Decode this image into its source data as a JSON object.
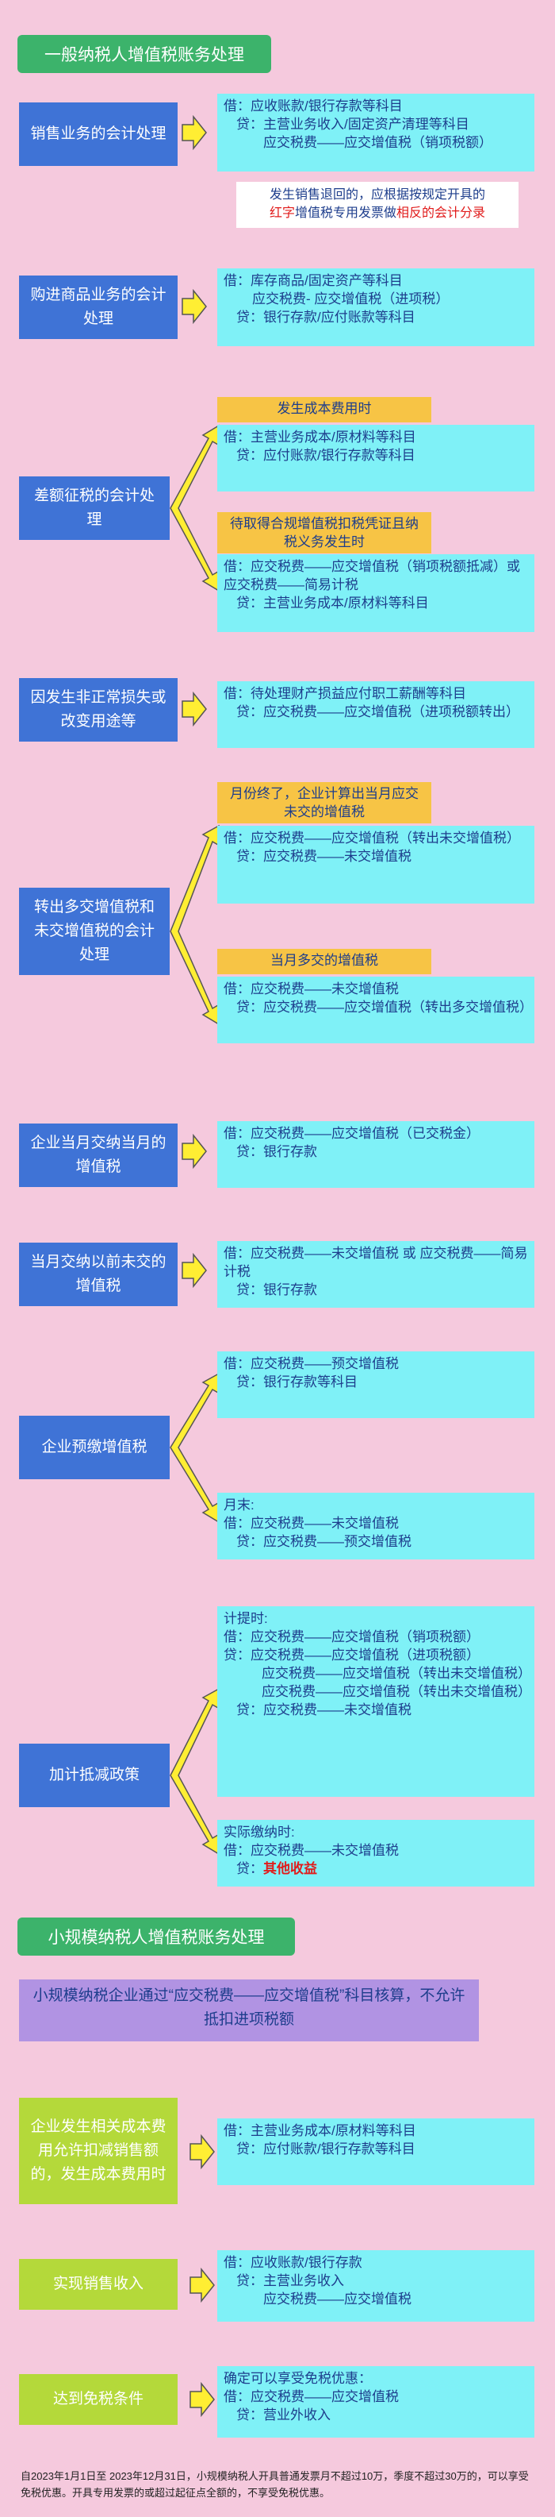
{
  "general": {
    "title": "一般纳税人增值税账务处理",
    "s1": {
      "label": "销售业务的会计处理",
      "lines": [
        "借：应收账款/银行存款等科目",
        "贷：主营业务收入/固定资产清理等科目",
        "应交税费——应交增值税（销项税额）"
      ]
    },
    "note": {
      "line1": "发生销售退回的，应根据按规定开具的",
      "red_a": "红字",
      "mid": "增值税专用发票做",
      "red_b": "相反的会计分录"
    },
    "s2": {
      "label": "购进商品业务的会计处理",
      "lines": [
        "借：库存商品/固定资产等科目",
        "应交税费- 应交增值税（进项税）",
        "贷：银行存款/应付账款等科目"
      ]
    },
    "s3": {
      "label": "差额征税的会计处理",
      "tag1": "发生成本费用时",
      "box1": [
        "借：主营业务成本/原材料等科目",
        "贷：应付账款/银行存款等科目"
      ],
      "tag2": "待取得合规增值税扣税凭证且纳税义务发生时",
      "box2": [
        "借：应交税费——应交增值税（销项税额抵减）或应交税费——简易计税",
        "贷：主营业务成本/原材料等科目"
      ]
    },
    "s4": {
      "label": "因发生非正常损失或改变用途等",
      "lines": [
        "借：待处理财产损益应付职工薪酬等科目",
        "贷：应交税费——应交增值税（进项税额转出）"
      ]
    },
    "s5": {
      "label": "转出多交增值税和未交增值税的会计处理",
      "tag1": "月份终了，企业计算出当月应交未交的增值税",
      "box1": [
        "借：应交税费——应交增值税（转出未交增值税）",
        "贷：应交税费——未交增值税"
      ],
      "tag2": "当月多交的增值税",
      "box2": [
        "借：应交税费——未交增值税",
        "贷：应交税费——应交增值税（转出多交增值税）"
      ]
    },
    "s6": {
      "label": "企业当月交纳当月的增值税",
      "lines": [
        "借：应交税费——应交增值税（已交税金）",
        "贷：银行存款"
      ]
    },
    "s7": {
      "label": "当月交纳以前未交的增值税",
      "lines": [
        "借：应交税费——未交增值税 或 应交税费——简易计税",
        "贷：银行存款"
      ]
    },
    "s8": {
      "label": "企业预缴增值税",
      "box1": [
        "借：应交税费——预交增值税",
        "贷：银行存款等科目"
      ],
      "box2_head": "月末:",
      "box2": [
        "借：应交税费——未交增值税",
        "贷：应交税费——预交增值税"
      ]
    },
    "s9": {
      "label": "加计抵减政策",
      "box1_head": "计提时:",
      "box1": [
        "借：应交税费——应交增值税（销项税额）",
        "贷：应交税费——应交增值税（进项税额）",
        "应交税费——应交增值税（转出未交增值税）",
        "应交税费——应交增值税（转出未交增值税）",
        "贷：应交税费——未交增值税"
      ],
      "box2_head": "实际缴纳时:",
      "box2_line": "借：应交税费——未交增值税",
      "box2_credit_prefix": "贷：",
      "box2_credit_red": "其他收益"
    }
  },
  "small": {
    "title": "小规模纳税人增值税账务处理",
    "intro": "小规模纳税企业通过“应交税费——应交增值税”科目核算，不允许抵扣进项税额",
    "s1": {
      "label": "企业发生相关成本费用允许扣减销售额的，发生成本费用时",
      "lines": [
        "借：主营业务成本/原材料等科目",
        "贷：应付账款/银行存款等科目"
      ]
    },
    "s2": {
      "label": "实现销售收入",
      "lines": [
        "借：应收账款/银行存款",
        "贷：主营业务收入",
        "应交税费——应交增值税"
      ]
    },
    "s3": {
      "label": "达到免税条件",
      "lines": [
        "确定可以享受免税优惠：",
        "借：应交税费——应交增值税",
        "贷：营业外收入"
      ]
    },
    "footnote": "自2023年1月1日至 2023年12月31日，小规模纳税人开具普通发票月不超过10万，季度不超过30万的，可以享受免税优惠。开具专用发票的或超过起征点全额的，不享受免税优惠。"
  },
  "colors": {
    "background": "#f5c9dd",
    "section_title": "#3cb36b",
    "label_blue": "#3f73d6",
    "label_green": "#b4d93a",
    "content_cyan": "#7ff1f7",
    "tag_yellow": "#f7c445",
    "intro_purple": "#b193e3",
    "arrow_yellow": "#ffee33",
    "highlight_red": "#e11b1b"
  }
}
